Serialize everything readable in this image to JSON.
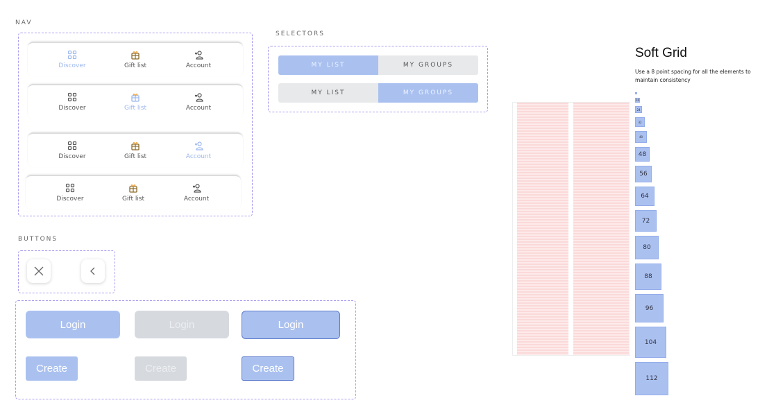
{
  "nav": {
    "section_label": "NAV",
    "bars": [
      {
        "items": [
          {
            "label": "Discover",
            "icon": "grid-icon",
            "active": true
          },
          {
            "label": "Gift list",
            "icon": "gift-icon",
            "active": false
          },
          {
            "label": "Account",
            "icon": "account-icon",
            "active": false
          }
        ]
      },
      {
        "items": [
          {
            "label": "Discover",
            "icon": "grid-icon",
            "active": false
          },
          {
            "label": "Gift list",
            "icon": "gift-icon",
            "active": true
          },
          {
            "label": "Account",
            "icon": "account-icon",
            "active": false
          }
        ]
      },
      {
        "items": [
          {
            "label": "Discover",
            "icon": "grid-icon",
            "active": false
          },
          {
            "label": "Gift list",
            "icon": "gift-icon",
            "active": false
          },
          {
            "label": "Account",
            "icon": "account-icon",
            "active": true
          }
        ]
      },
      {
        "items": [
          {
            "label": "Discover",
            "icon": "grid-icon",
            "active": false
          },
          {
            "label": "Gift list",
            "icon": "gift-icon",
            "active": false
          },
          {
            "label": "Account",
            "icon": "account-icon",
            "active": false
          }
        ]
      }
    ]
  },
  "selectors": {
    "section_label": "SELECTORS",
    "rows": [
      {
        "left": "MY LIST",
        "right": "MY GROUPS",
        "active": "left"
      },
      {
        "left": "MY LIST",
        "right": "MY GROUPS",
        "active": "right"
      }
    ]
  },
  "buttons": {
    "section_label": "BUTTONS",
    "icon_buttons": [
      "close-icon",
      "chevron-left-icon"
    ],
    "login_label": "Login",
    "create_label": "Create"
  },
  "soft_grid": {
    "title": "Soft Grid",
    "description": "Use a 8 point spacing for all the elements to maintain consistency",
    "sizes": [
      {
        "size": 8,
        "label": ""
      },
      {
        "size": 16,
        "label": "16"
      },
      {
        "size": 24,
        "label": "24"
      },
      {
        "size": 32,
        "label": "32"
      },
      {
        "size": 40,
        "label": "40"
      },
      {
        "size": 48,
        "label": "48"
      },
      {
        "size": 56,
        "label": "56"
      },
      {
        "size": 64,
        "label": "64"
      },
      {
        "size": 72,
        "label": "72"
      },
      {
        "size": 80,
        "label": "80"
      },
      {
        "size": 88,
        "label": "88"
      },
      {
        "size": 96,
        "label": "96"
      },
      {
        "size": 104,
        "label": "104"
      },
      {
        "size": 112,
        "label": "112"
      }
    ]
  },
  "colors": {
    "accent": "#aac1f0",
    "accent_text": "#9db7ee",
    "disabled": "#d6d9de",
    "dashed_border": "#a99cf0",
    "grid_pink": "#fbd9d9",
    "gift_orange": "#f2a33a"
  }
}
